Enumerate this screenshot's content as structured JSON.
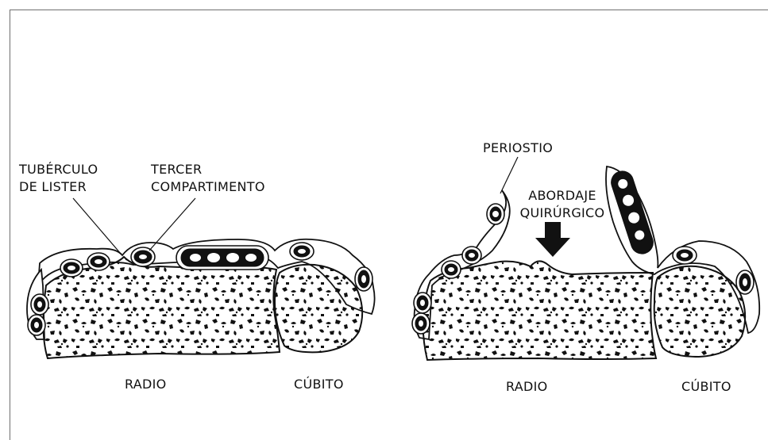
{
  "left": {
    "label_tuberculo_line1": "TUBÉRCULO",
    "label_tuberculo_line2": "DE LISTER",
    "label_tercer_line1": "TERCER",
    "label_tercer_line2": "COMPARTIMENTO",
    "label_radio": "RADIO",
    "label_cubito": "CÚBITO"
  },
  "right": {
    "label_periostio": "PERIOSTIO",
    "label_abordaje_line1": "ABORDAJE",
    "label_abordaje_line2": "QUIRÚRGICO",
    "label_radio": "RADIO",
    "label_cubito": "CÚBITO"
  }
}
